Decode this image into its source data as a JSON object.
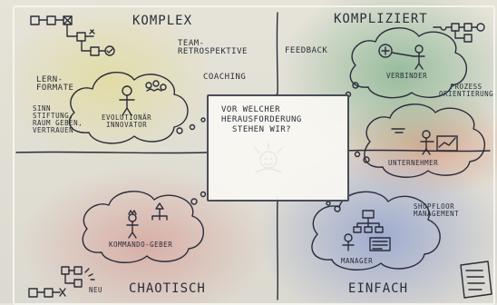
{
  "quadrants": {
    "complex": "KOMPLEX",
    "complicated": "KOMPLIZIERT",
    "chaotic": "CHAOTISCH",
    "simple": "EINFACH"
  },
  "center_question": [
    "VOR WELCHER",
    "HERAUSFORDERUNG",
    "STEHEN WIR?"
  ],
  "labels": {
    "team_retro": [
      "TEAM-",
      "RETROSPEKTIVE"
    ],
    "coaching": "COACHING",
    "feedback": "FEEDBACK",
    "lernformate": [
      "LERN-",
      "FORMATE"
    ],
    "sinn": [
      "SINN",
      "STIFTUNG,",
      "RAUM GEBEN,",
      "VERTRAUEN"
    ],
    "prozess": [
      "PROZESS",
      "ORIENTIERUNG"
    ],
    "shopfloor": [
      "SHOPFLOOR",
      "MANAGEMENT"
    ],
    "neu": "NEU"
  },
  "clouds": {
    "evolutionaer": [
      "EVOLUTIONÄR",
      "INNOVATOR"
    ],
    "verbinder": "VERBINDER",
    "unternehmer": "UNTERNEHMER",
    "manager": "MANAGER",
    "kommando": "KOMMANDO-GEBER"
  },
  "colors": {
    "complex": "#e0db96",
    "complicated": "#7eb08a",
    "chaotic": "#d6a098",
    "simple": "#8fa0ce",
    "ink": "#2a2d3a"
  }
}
